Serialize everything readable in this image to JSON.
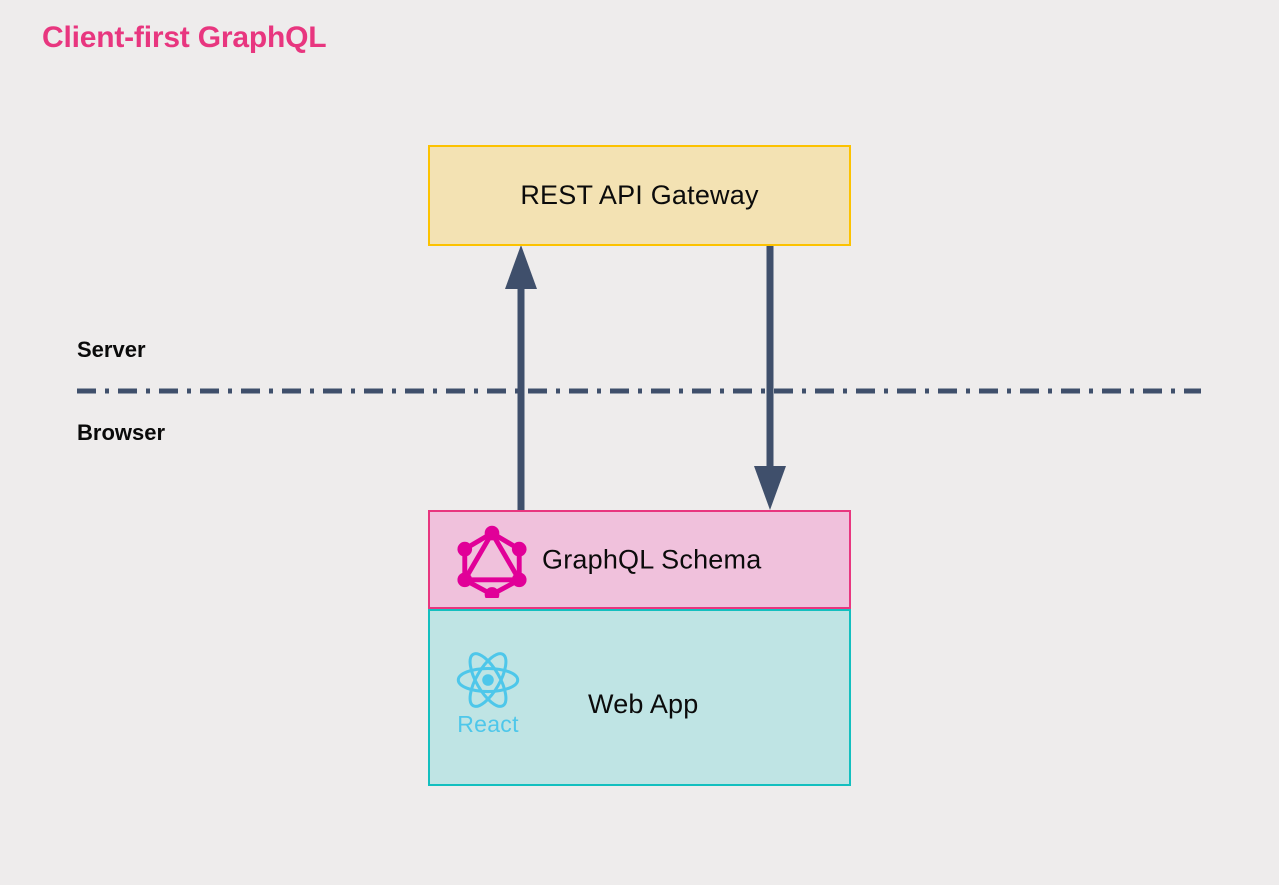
{
  "page": {
    "title": "Client-first GraphQL",
    "background_color": "#eeecec",
    "title_color": "#e8367f"
  },
  "zones": {
    "server_label": "Server",
    "browser_label": "Browser",
    "divider_style": "dash-dot",
    "divider_color": "#3f4f6b"
  },
  "nodes": [
    {
      "id": "rest-gateway",
      "label": "REST API Gateway",
      "fill": "#f3e2b3",
      "stroke": "#fcc200",
      "zone": "server"
    },
    {
      "id": "graphql-schema",
      "label": "GraphQL Schema",
      "fill": "#f0c1dc",
      "stroke": "#e8367f",
      "icon": "graphql-logo-icon",
      "icon_color": "#e10098",
      "zone": "browser"
    },
    {
      "id": "web-app",
      "label": "Web App",
      "fill": "#bfe4e4",
      "stroke": "#13bfbf",
      "icon": "react-logo-icon",
      "icon_label": "React",
      "icon_color": "#4ec7ea",
      "zone": "browser"
    }
  ],
  "connections": [
    {
      "id": "schema-to-gateway",
      "from": "graphql-schema",
      "to": "rest-gateway",
      "direction": "up",
      "color": "#3f4f6b"
    },
    {
      "id": "gateway-to-schema",
      "from": "rest-gateway",
      "to": "graphql-schema",
      "direction": "down",
      "color": "#3f4f6b"
    }
  ]
}
